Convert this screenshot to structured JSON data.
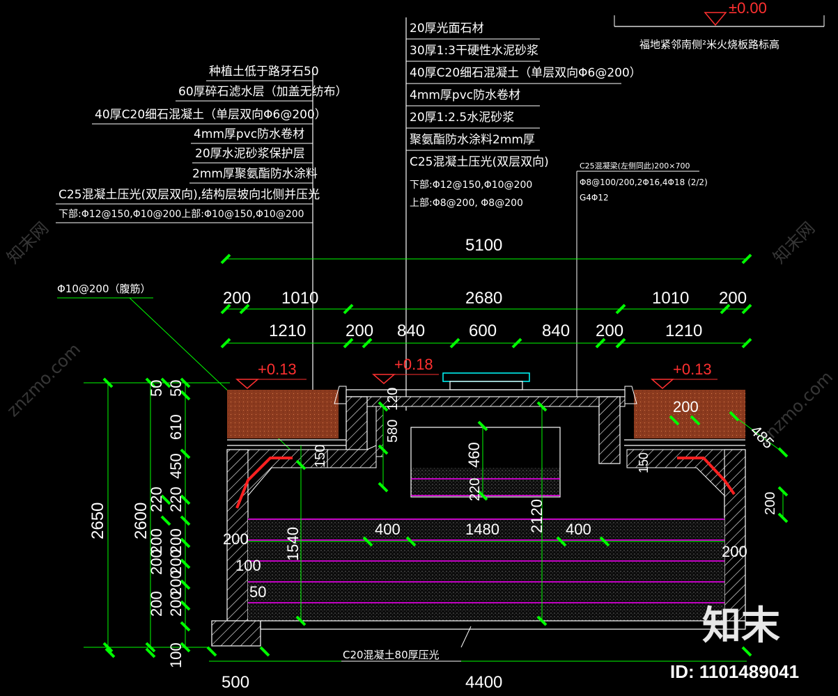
{
  "top_elevation": "±0.00",
  "top_note": "福地紧邻南侧²米火烧板路标高",
  "center_layers": [
    "20厚光面石材",
    "30厚1:3干硬性水泥砂浆",
    "40厚C20细石混凝土（单层双向Φ6@200）",
    "4mm厚pvc防水卷材",
    "20厚1:2.5水泥砂浆",
    "聚氨酯防水涂料2mm厚",
    "C25混凝土压光(双层双向)",
    "下部:Φ12@150,Φ10@200",
    "上部:Φ8@200, Φ8@200"
  ],
  "left_layers": [
    "种植土低于路牙石50",
    "60厚碎石滤水层（加盖无纺布）",
    "40厚C20细石混凝土（单层双向Φ6@200）",
    "4mm厚pvc防水卷材",
    "20厚水泥砂浆保护层",
    "2mm厚聚氨酯防水涂料",
    "C25混凝土压光(双层双向),结构层坡向北侧并压光",
    "下部:Φ12@150,Φ10@200上部:Φ10@150,Φ10@200"
  ],
  "beam_note": [
    "C25混凝梁(左侧同此)200×700",
    "Φ8@100/200,2Φ16,4Φ18 (2/2)",
    "G4Φ12"
  ],
  "haunch_note": "Φ10@200（腹筋）",
  "bottom_note": "C20混凝土80厚压光",
  "elevations": {
    "left": "+0.13",
    "center": "+0.18",
    "right": "+0.13"
  },
  "dim_overall": "5100",
  "dim_row1": [
    "200",
    "1010",
    "2680",
    "1010",
    "200"
  ],
  "dim_row2": [
    "1210",
    "200",
    "840",
    "600",
    "840",
    "200",
    "1210"
  ],
  "dim_left_outer": [
    "2650"
  ],
  "dim_left_mid": [
    "2600"
  ],
  "dim_left_stack": [
    "50",
    "610",
    "450",
    "220",
    "200",
    "200",
    "200",
    "200",
    "100"
  ],
  "dim_left_stack2": [
    "50",
    "220",
    "200",
    "200",
    "200"
  ],
  "dim_interior": [
    "580",
    "120",
    "150",
    "460",
    "220",
    "1540",
    "2120",
    "400",
    "1480",
    "400",
    "200",
    "100",
    "50",
    "200",
    "150",
    "200",
    "485",
    "200"
  ],
  "dim_bottom": [
    "500",
    "4400"
  ],
  "watermark_logo": "知末",
  "watermark_id": "ID: 1101489041",
  "watermark_text": [
    "znzmo.com",
    "知末网"
  ],
  "colors": {
    "line": "#ffffff",
    "dim": "#00ff00",
    "soil": "#8b3a1e",
    "rebar": "#ff00ff",
    "red": "#ff2020",
    "cyan": "#00ffff"
  }
}
